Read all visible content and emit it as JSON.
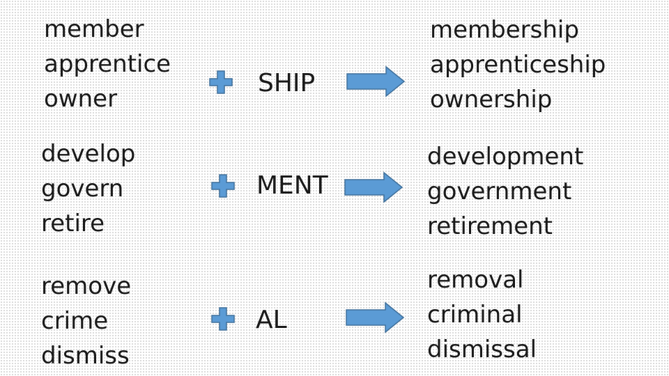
{
  "colors": {
    "shape_fill": "#5b9bd5",
    "shape_stroke": "#41719c",
    "text": "#1a1a1a"
  },
  "groups": [
    {
      "base_words": [
        "member",
        "apprentice",
        "owner"
      ],
      "suffix": "SHIP",
      "result_words": [
        "membership",
        "apprenticeship",
        "ownership"
      ]
    },
    {
      "base_words": [
        "develop",
        "govern",
        "retire"
      ],
      "suffix": "MENT",
      "result_words": [
        "development",
        "government",
        "retirement"
      ]
    },
    {
      "base_words": [
        "remove",
        "crime",
        "dismiss"
      ],
      "suffix": "AL",
      "result_words": [
        "removal",
        "criminal",
        "dismissal"
      ]
    }
  ]
}
